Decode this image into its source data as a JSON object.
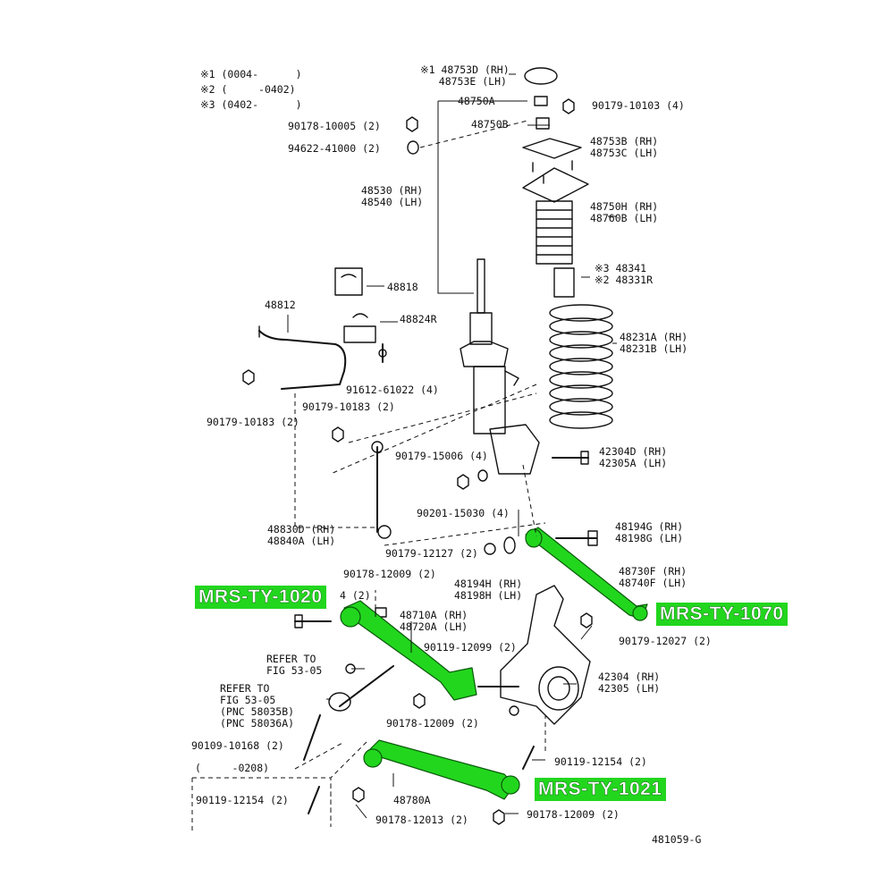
{
  "diagram": {
    "notes": {
      "n1": "※1 (0004-      )",
      "n2": "※2 (     -0402)",
      "n3": "※3 (0402-      )"
    },
    "parts": {
      "p48753": "※1 48753D (RH)\n   48753E (LH)",
      "p48750A": "48750A",
      "p90179_10103": "90179-10103 (4)",
      "p90178_10005": "90178-10005 (2)",
      "p48750B": "48750B",
      "p94622": "94622-41000 (2)",
      "p48753B": "48753B (RH)\n48753C (LH)",
      "p48530": "48530 (RH)\n48540 (LH)",
      "p48750H": "48750H (RH)\n48760B (LH)",
      "p48341": "※3 48341\n※2 48331R",
      "p48818": "48818",
      "p48812": "48812",
      "p48824R": "48824R",
      "p48231A": "48231A (RH)\n48231B (LH)",
      "p91612": "91612-61022 (4)",
      "p90179_10183a": "90179-10183 (2)",
      "p90179_10183b": "90179-10183 (2)",
      "p90179_15006": "90179-15006 (4)",
      "p42304D": "42304D (RH)\n42305A (LH)",
      "p90201": "90201-15030 (4)",
      "p48830D": "48830D (RH)\n48840A (LH)",
      "p90179_12127": "90179-12127 (2)",
      "p48194G": "48194G (RH)\n48198G (LH)",
      "p90178_12009a": "90178-12009 (2)",
      "p48194H": "48194H (RH)\n48198H (LH)",
      "p48730F": "48730F (RH)\n48740F (LH)",
      "p_4_2": "4 (2)",
      "p48710A": "48710A (RH)\n48720A (LH)",
      "p90179_12027": "90179-12027 (2)",
      "p_refer1": "REFER TO\nFIG 53-05",
      "p90119_12099": "90119-12099 (2)",
      "p42304": "42304 (RH)\n42305 (LH)",
      "p_refer2": "REFER TO\nFIG 53-05\n(PNC 58035B)\n(PNC 58036A)",
      "p90178_12009b": "90178-12009 (2)",
      "p90109": "90109-10168 (2)",
      "p90119_12154a": "90119-12154 (2)",
      "p_0208": "(     -0208)",
      "p90119_12154b": "90119-12154 (2)",
      "p48780A": "48780A",
      "p90178_12013": "90178-12013 (2)",
      "p90178_12009c": "90178-12009 (2)",
      "p_code": "481059-G"
    },
    "tags": {
      "t1020": "MRS-TY-1020",
      "t1070": "MRS-TY-1070",
      "t1021": "MRS-TY-1021"
    },
    "colors": {
      "highlight": "#22d61e",
      "line": "#111111"
    }
  }
}
